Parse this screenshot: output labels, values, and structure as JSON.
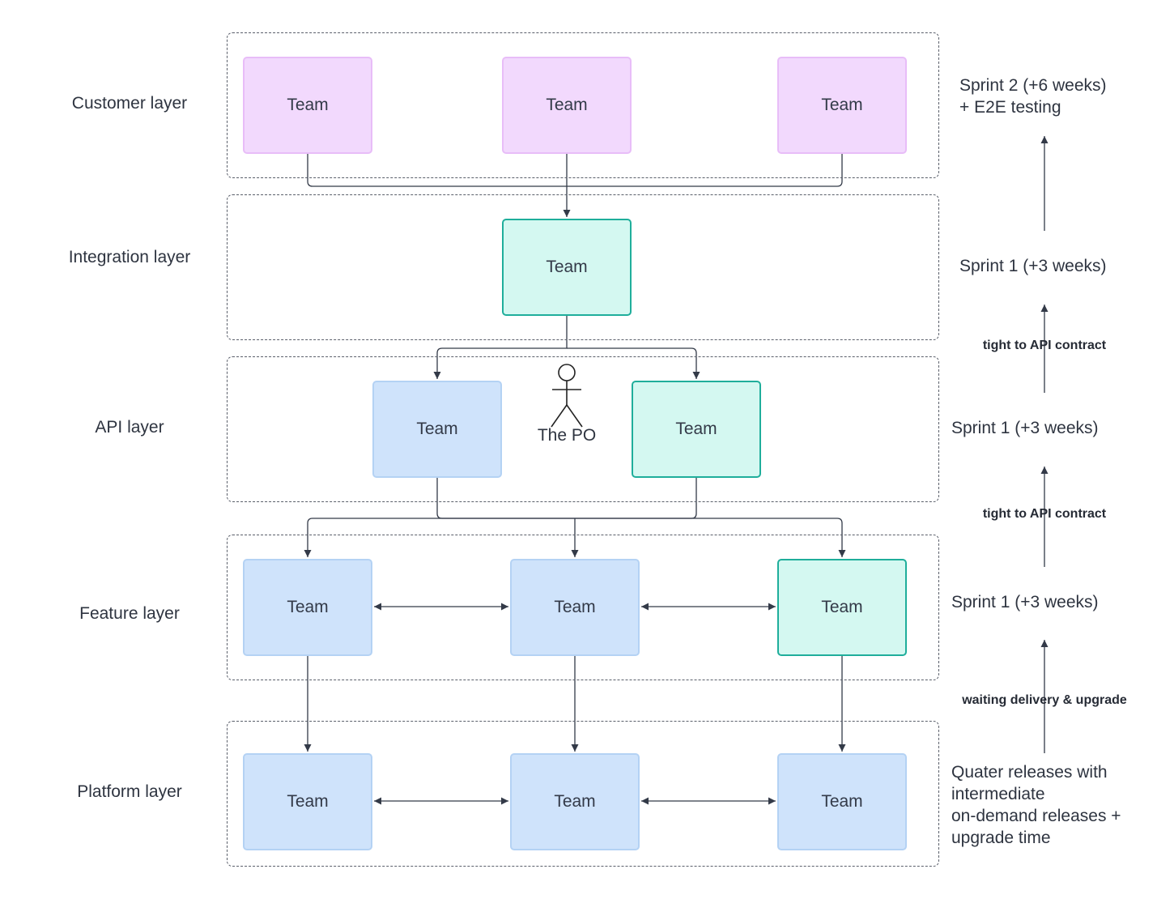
{
  "layers": [
    {
      "label": "Customer layer"
    },
    {
      "label": "Integration layer"
    },
    {
      "label": "API layer"
    },
    {
      "label": "Feature layer"
    },
    {
      "label": "Platform layer"
    }
  ],
  "team_label": "Team",
  "po_label": "The PO",
  "colors": {
    "pink_fill": "#f2d9fd",
    "teal_fill": "#d4f8f1",
    "teal_border": "#1fae9b",
    "blue_fill": "#cfe3fb"
  },
  "sprints": [
    {
      "text": "Sprint 2 (+6 weeks)\n+ E2E testing"
    },
    {
      "text": "Sprint 1 (+3 weeks)"
    },
    {
      "text": "Sprint 1 (+3 weeks)"
    },
    {
      "text": "Sprint 1 (+3 weeks)"
    },
    {
      "text": "Quater releases with\nintermediate\non-demand releases +\nupgrade time"
    }
  ],
  "notes": [
    {
      "text": "tight to API contract"
    },
    {
      "text": "tight to API contract"
    },
    {
      "text": "waiting delivery & upgrade"
    }
  ]
}
